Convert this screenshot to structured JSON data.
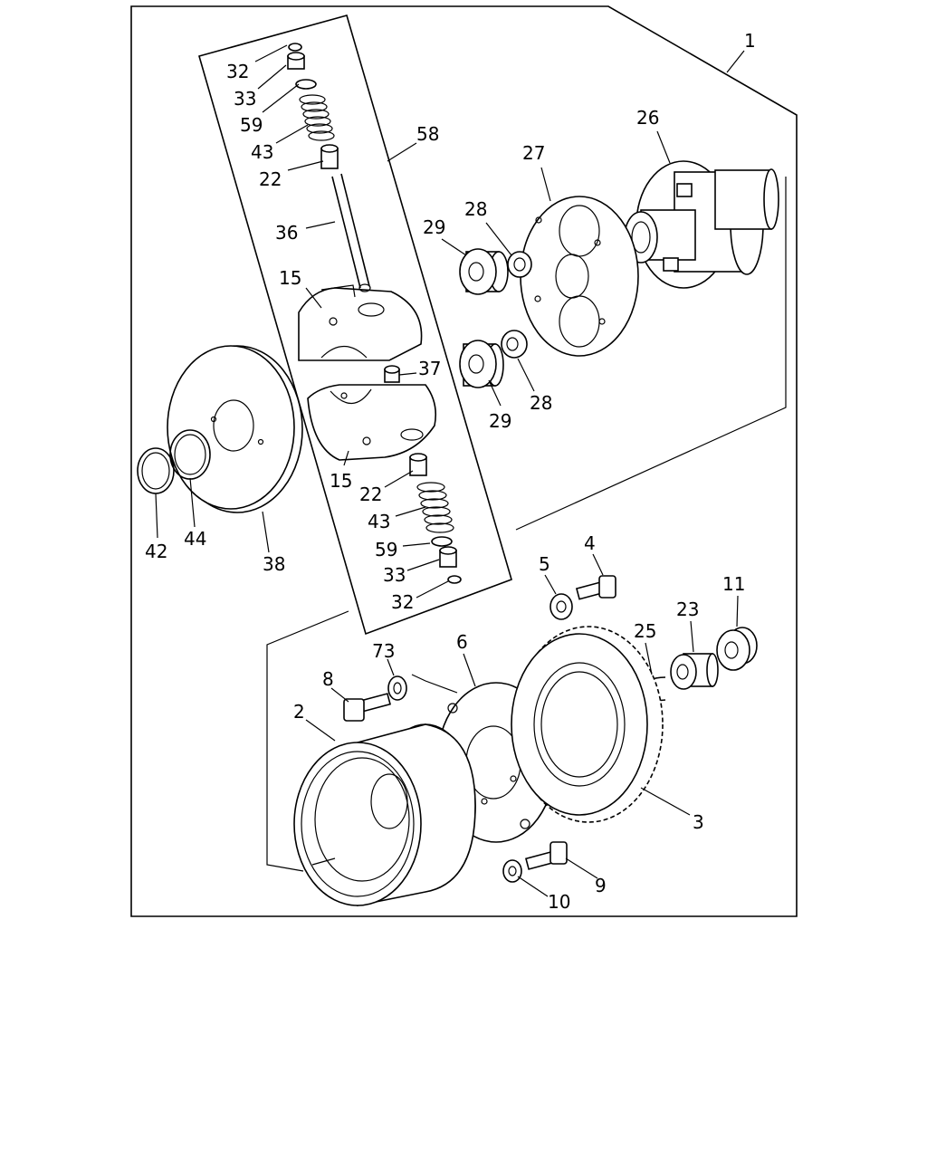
{
  "callouts": {
    "c1": "1",
    "c26": "26",
    "c27": "27",
    "c28a": "28",
    "c29a": "29",
    "c58": "58",
    "c32a": "32",
    "c33a": "33",
    "c59a": "59",
    "c43a": "43",
    "c22a": "22",
    "c36": "36",
    "c15a": "15",
    "c37": "37",
    "c29b": "29",
    "c28b": "28",
    "c15b": "15",
    "c22b": "22",
    "c43b": "43",
    "c59b": "59",
    "c33b": "33",
    "c32b": "32",
    "c42": "42",
    "c44": "44",
    "c38": "38",
    "c4": "4",
    "c5": "5",
    "c11": "11",
    "c23": "23",
    "c25": "25",
    "c73": "73",
    "c6": "6",
    "c8": "8",
    "c2": "2",
    "c3": "3",
    "c9": "9",
    "c10": "10"
  }
}
